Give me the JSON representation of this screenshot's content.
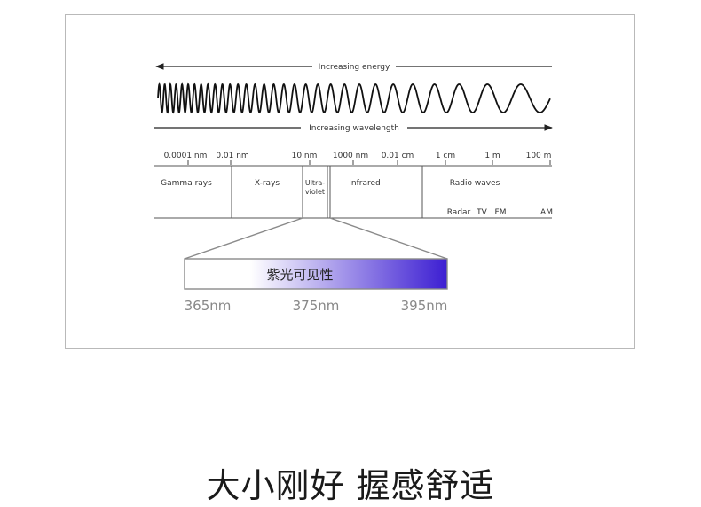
{
  "diagram": {
    "energy_label": "Increasing energy",
    "wavelength_label": "Increasing wavelength",
    "scale_ticks": [
      "0.0001 nm",
      "0.01 nm",
      "10 nm",
      "1000 nm",
      "0.01 cm",
      "1 cm",
      "1 m",
      "100 m"
    ],
    "bands": {
      "gamma": "Gamma rays",
      "xrays": "X-rays",
      "uv_line1": "Ultra-",
      "uv_line2": "violet",
      "infrared": "Infrared",
      "radio": "Radio waves"
    },
    "radio_sub": [
      "Radar",
      "TV",
      "FM",
      "AM"
    ],
    "visible_bar": {
      "label": "紫光可见性",
      "ticks": [
        "365nm",
        "375nm",
        "395nm"
      ],
      "gradient_start": "#ffffff",
      "gradient_end": "#3c1ed2"
    }
  },
  "caption": "大小刚好 握感舒适"
}
